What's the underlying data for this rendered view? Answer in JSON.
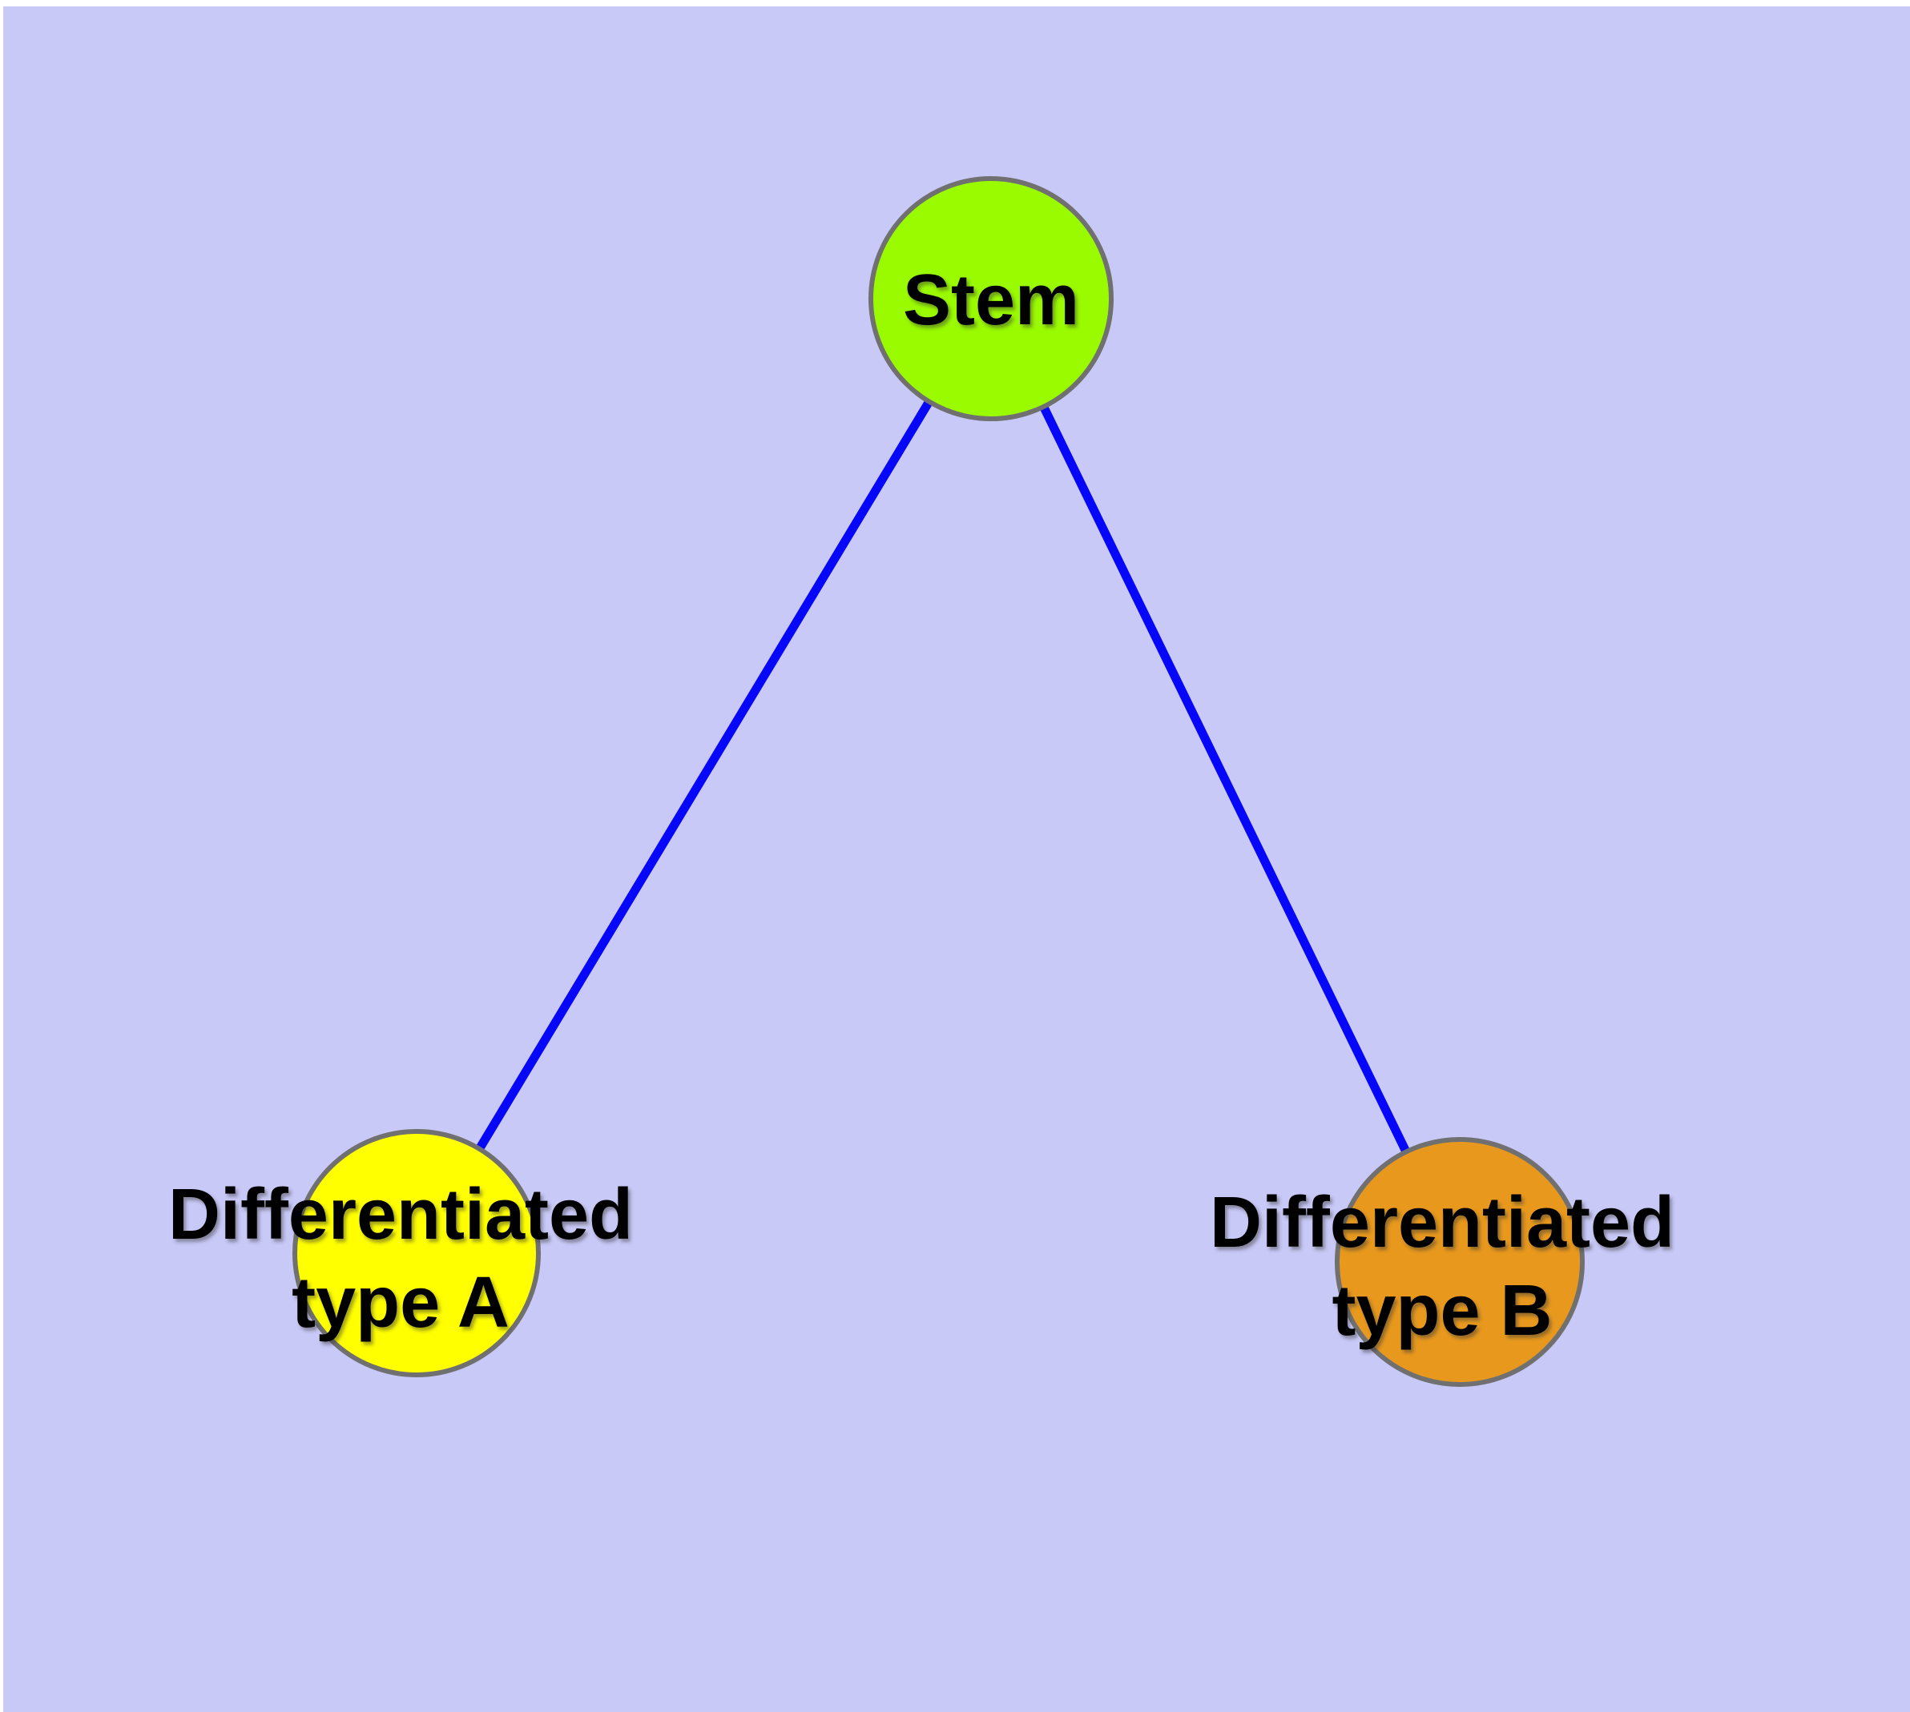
{
  "diagram": {
    "background_color": "#C9C9F8",
    "margin_color": "#FFFFFF",
    "edge_color": "#0606F8",
    "node_border_color": "#707070",
    "text_color": "#000000",
    "nodes": {
      "stem": {
        "label": "Stem",
        "fill": "#9AFB00"
      },
      "type_a": {
        "label_line1": "Differentiated",
        "label_line2": "type A",
        "fill": "#FFFF00"
      },
      "type_b": {
        "label_line1": "Differentiated",
        "label_line2": "type B",
        "fill": "#E8991D"
      }
    },
    "edges": [
      {
        "from": "stem",
        "to": "type_a"
      },
      {
        "from": "stem",
        "to": "type_b"
      }
    ]
  }
}
